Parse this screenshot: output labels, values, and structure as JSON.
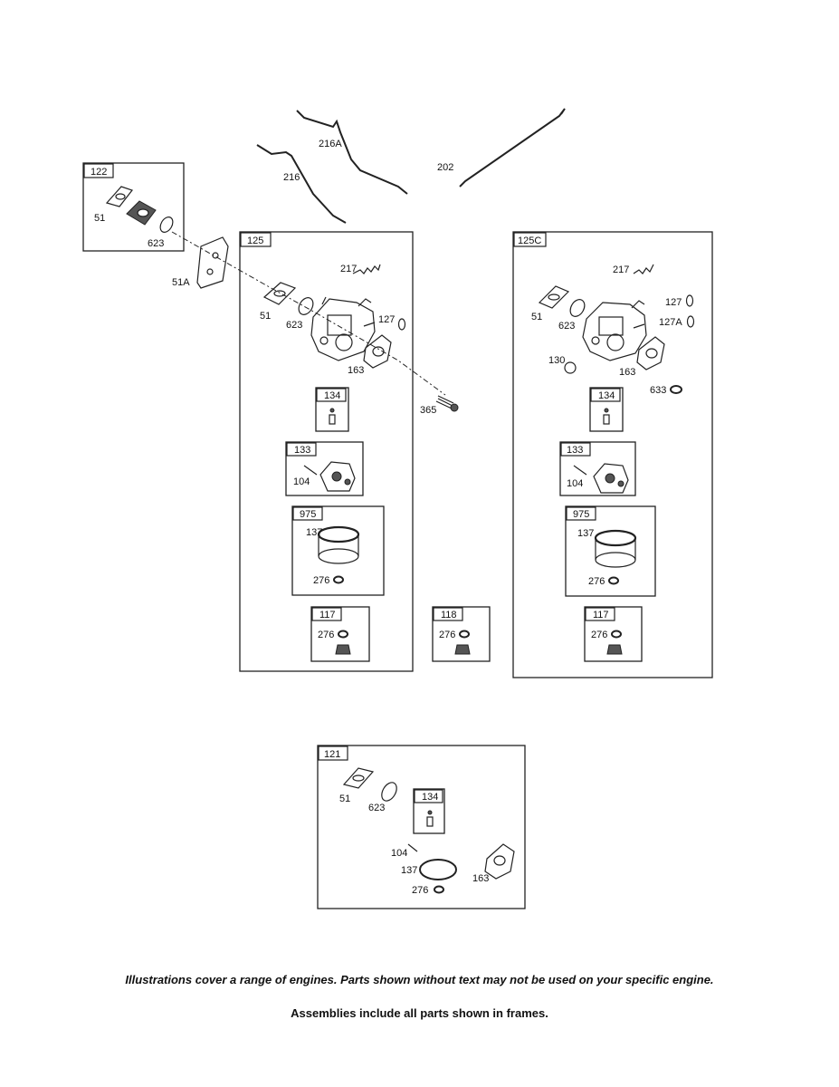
{
  "wires": {
    "w216a": "216A",
    "w216": "216",
    "w202": "202"
  },
  "kit122": {
    "tag": "122",
    "lbl_51": "51",
    "lbl_623": "623"
  },
  "plate": {
    "lbl_51a": "51A"
  },
  "carb125": {
    "tag": "125",
    "lbl_217": "217",
    "lbl_51": "51",
    "lbl_623": "623",
    "lbl_127": "127",
    "lbl_163": "163",
    "bolt_365": "365",
    "kit134": {
      "tag": "134"
    },
    "kit133": {
      "tag": "133",
      "lbl_104": "104"
    },
    "kit975": {
      "tag": "975",
      "lbl_137": "137",
      "lbl_276": "276"
    },
    "kit117": {
      "tag": "117",
      "lbl_276": "276"
    }
  },
  "kit118": {
    "tag": "118",
    "lbl_276": "276"
  },
  "carb125c": {
    "tag": "125C",
    "lbl_217": "217",
    "lbl_51": "51",
    "lbl_623": "623",
    "lbl_127": "127",
    "lbl_127a": "127A",
    "lbl_130": "130",
    "lbl_163": "163",
    "lbl_633": "633",
    "kit134": {
      "tag": "134"
    },
    "kit133": {
      "tag": "133",
      "lbl_104": "104"
    },
    "kit975": {
      "tag": "975",
      "lbl_137": "137",
      "lbl_276": "276"
    },
    "kit117": {
      "tag": "117",
      "lbl_276": "276"
    }
  },
  "kit121": {
    "tag": "121",
    "lbl_51": "51",
    "lbl_623": "623",
    "kit134": {
      "tag": "134"
    },
    "lbl_104": "104",
    "lbl_137": "137",
    "lbl_276": "276",
    "lbl_163": "163"
  },
  "footer": {
    "note1": "Illustrations cover a range of engines. Parts shown without text may not be used on your specific engine.",
    "note2": "Assemblies include all parts shown in frames."
  }
}
